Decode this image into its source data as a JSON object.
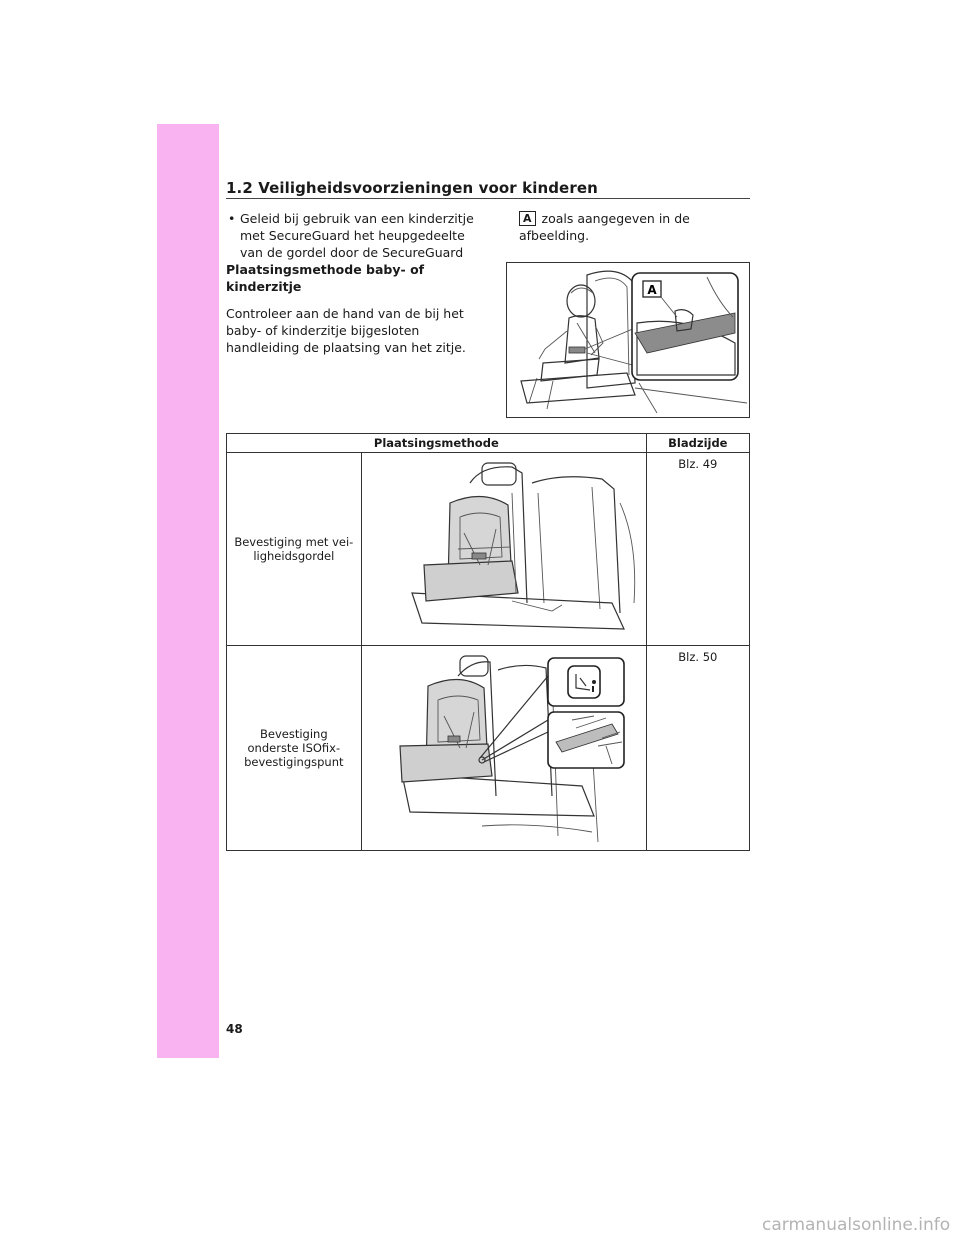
{
  "section": {
    "title": "1.2  Veiligheidsvoorzieningen voor kinderen"
  },
  "left": {
    "bullet": "Geleid bij gebruik van een kinderzitje met SecureGuard het heupgedeelte van de gordel door de SecureGuard",
    "subheading": "Plaatsingsmethode baby- of kinderzitje",
    "paragraph": "Controleer aan de hand van de bij het baby- of kinderzitje bijgesloten handleiding de plaatsing van het zitje."
  },
  "right": {
    "label": "A",
    "continuation": "zoals aangegeven in de afbeelding."
  },
  "figure_top": {
    "callout": "A"
  },
  "table": {
    "headers": {
      "method": "Plaatsingsmethode",
      "page": "Bladzijde"
    },
    "rows": [
      {
        "method": "Bevestiging met vei­ligheidsgordel",
        "page": "Blz. 49"
      },
      {
        "method": "Bevestiging onderste ISOfix-bevestigingspunt",
        "page": "Blz. 50"
      }
    ]
  },
  "footer": {
    "page_number": "48",
    "watermark": "carmanualsonline.info"
  },
  "colors": {
    "side_tab": "#f9b3f0"
  }
}
